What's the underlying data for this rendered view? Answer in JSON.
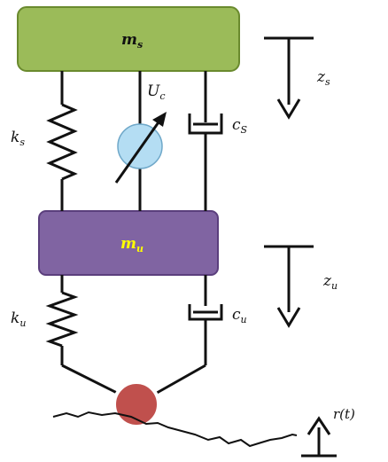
{
  "diagram": {
    "sprung_mass": {
      "symbol": "m",
      "sub": "s",
      "fill": "#9bbb59",
      "stroke": "#6a8a2e",
      "text_color": "#111111"
    },
    "unsprung_mass": {
      "symbol": "m",
      "sub": "u",
      "fill": "#8064a2",
      "stroke": "#5b3f7d",
      "text_color": "#ffff00"
    },
    "labels": {
      "ks": {
        "main": "k",
        "sub": "s"
      },
      "cs": {
        "main": "c",
        "sub": "S"
      },
      "uc": {
        "main": "U",
        "sub": "c"
      },
      "ku": {
        "main": "k",
        "sub": "u"
      },
      "cu": {
        "main": "c",
        "sub": "u"
      },
      "zs": {
        "main": "z",
        "sub": "s"
      },
      "zu": {
        "main": "z",
        "sub": "u"
      },
      "road": "r(t)"
    },
    "actuator_fill": "#b4ddf3",
    "wheel_fill": "#c0504d",
    "line_color": "#111111"
  }
}
